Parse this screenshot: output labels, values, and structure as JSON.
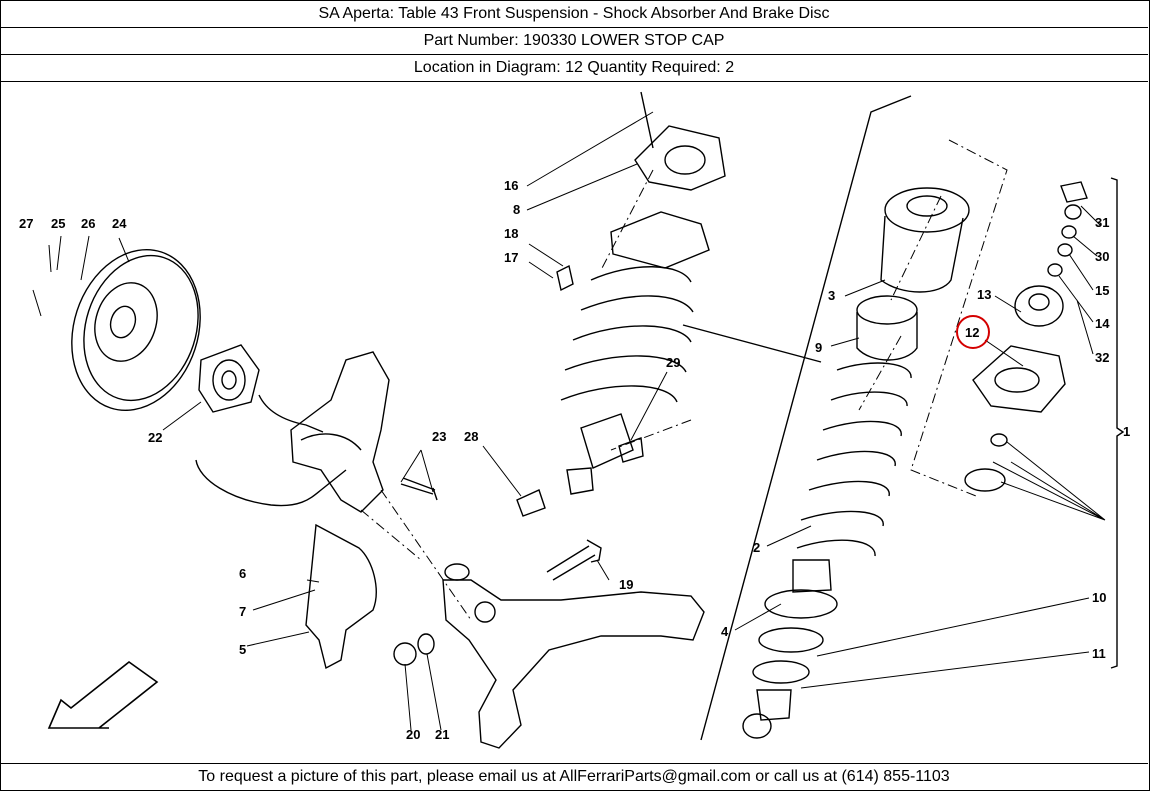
{
  "header": {
    "title_line": "SA Aperta:   Table 43 Front Suspension - Shock Absorber And Brake Disc",
    "part_line": "Part Number: 190330   LOWER STOP CAP",
    "location_line": "Location in Diagram: 12   Quantity Required: 2"
  },
  "diagram": {
    "callouts": [
      "1",
      "2",
      "3",
      "4",
      "5",
      "6",
      "7",
      "8",
      "9",
      "10",
      "11",
      "12",
      "13",
      "14",
      "15",
      "16",
      "17",
      "18",
      "19",
      "20",
      "21",
      "22",
      "23",
      "24",
      "25",
      "26",
      "27",
      "28",
      "29",
      "30",
      "31",
      "32"
    ],
    "highlighted_callout": "12",
    "highlight_color": "#d40000"
  },
  "footer": {
    "text": "To request a picture of this part, please email us at AllFerrariParts@gmail.com or call us at (614) 855-1103"
  }
}
